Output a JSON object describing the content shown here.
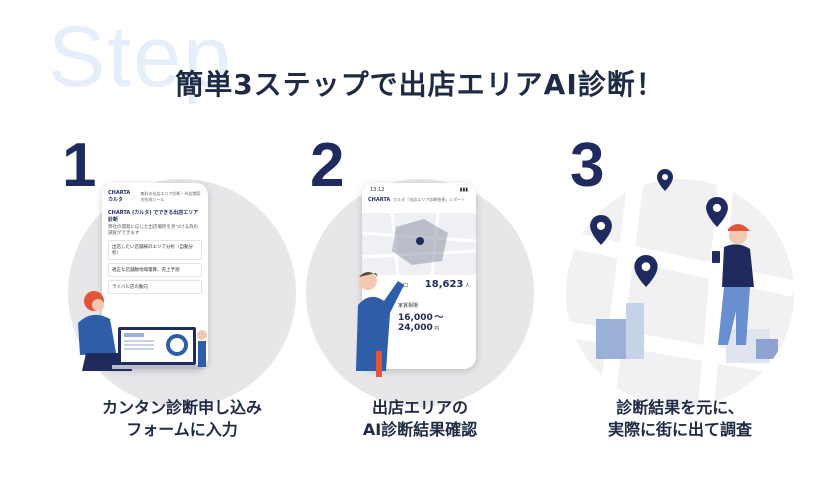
{
  "background_word": "Step",
  "title": "簡単3ステップで出店エリアAI診断！",
  "steps": [
    {
      "number": "1",
      "caption_lines": [
        "カンタン診断申し込み",
        "フォームに入力"
      ],
      "phone": {
        "brand": "CHARTA カルタ",
        "header_text": "無料の出店エリア診断・AI店舗案内作成ツール",
        "heading": "CHARTA (カルタ) でできる出店エリア診断",
        "intro": "弊社の開発に応じた出店場所を見つける為の調査ができます",
        "items": [
          "出店したい店舗様のエリア分析（自動分析）",
          "適正な店舗数地域電算、売上予測",
          "ライバル店の動向"
        ]
      }
    },
    {
      "number": "2",
      "caption_lines": [
        "出店エリアの",
        "AI診断結果確認"
      ],
      "phone": {
        "status_time": "13:12",
        "brand": "CHARTA",
        "header_text": "カルタ「出店エリア診断結果」レポート",
        "population_label": "人口",
        "population_value": "18,623",
        "population_unit": "人",
        "rent_label": "家賃相場",
        "rent_value": "16,000",
        "rent_range_suffix": "〜24,000",
        "rent_unit": "円"
      }
    },
    {
      "number": "3",
      "caption_lines": [
        "診断結果を元に、",
        "実際に街に出て調査"
      ]
    }
  ],
  "colors": {
    "navy": "#1f2a5e",
    "circle": "#e7e7ea",
    "bg_word": "#e6eefb",
    "accent_orange": "#e2553a"
  }
}
